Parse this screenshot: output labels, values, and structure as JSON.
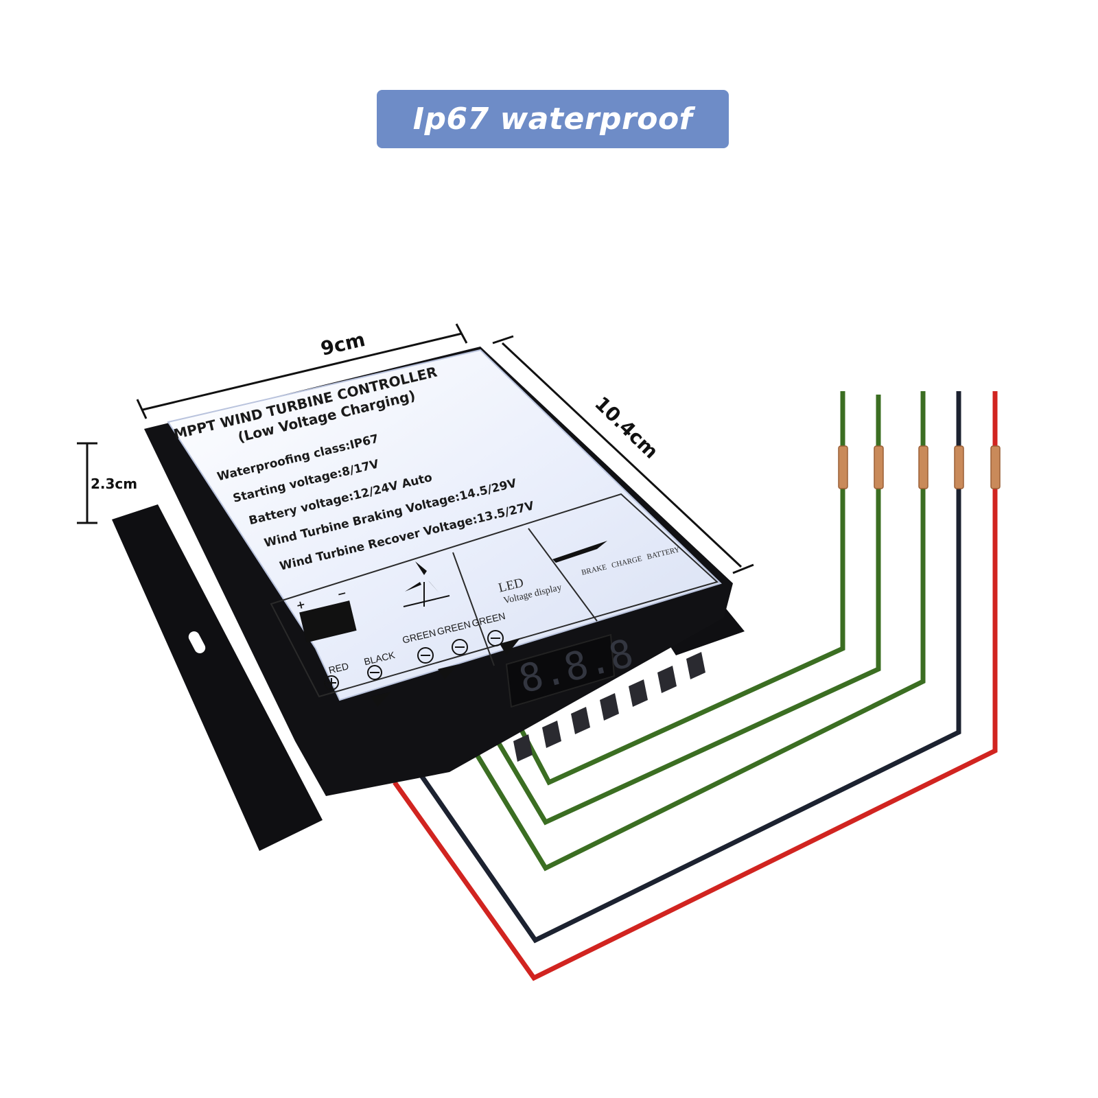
{
  "banner": {
    "text": "Ip67 waterproof",
    "color": "#6e8cc7"
  },
  "dimensions": {
    "width": "9cm",
    "depth": "10.4cm",
    "height": "2.3cm"
  },
  "label": {
    "title_line1": "MPPT WIND TURBINE CONTROLLER",
    "title_line2": "(Low Voltage Charging)",
    "specs": [
      "Waterproofing class:IP67",
      "Starting voltage:8/17V",
      "Battery voltage:12/24V  Auto",
      "Wind Turbine Braking Voltage:14.5/29V",
      "Wind Turbine Recover Voltage:13.5/27V"
    ],
    "led_title": "LED",
    "led_sub": "Voltage display",
    "indicators": [
      "BRAKE",
      "CHARGE",
      "BATTERY"
    ],
    "battery_terminals": [
      "RED",
      "BLACK"
    ],
    "turbine_terminals": [
      "GREEN",
      "GREEN",
      "GREEN"
    ],
    "display_digits": "8.8.8"
  },
  "wires": {
    "colors": {
      "green": "#3b6e22",
      "black": "#1c2230",
      "red": "#d12420",
      "copper": "#c98a5a"
    }
  }
}
